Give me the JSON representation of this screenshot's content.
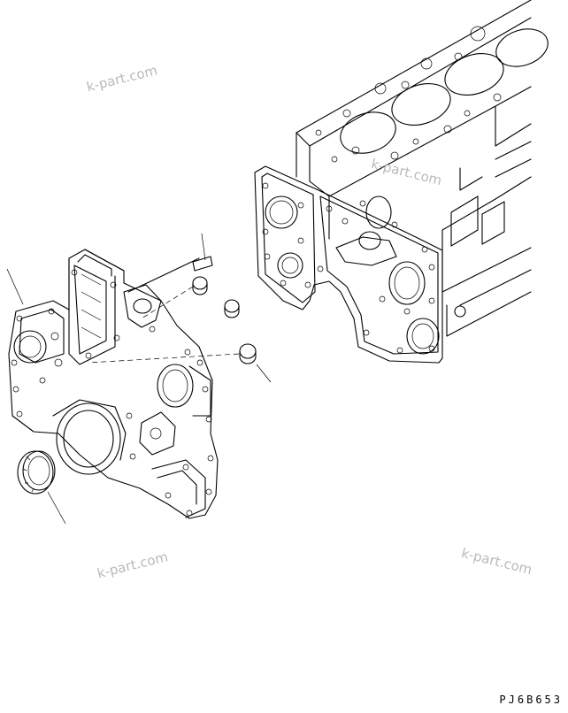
{
  "figure": {
    "drawing_code": "PJ6B653",
    "watermarks": [
      "k-part.com",
      "k-part.com",
      "k-part.com",
      "k-part.com"
    ]
  },
  "parts": [
    {
      "icon": "front-cover-icon"
    },
    {
      "icon": "oil-seal-icon"
    },
    {
      "icon": "gasket-icon"
    },
    {
      "icon": "plug-icon"
    },
    {
      "icon": "cylinder-block-icon"
    }
  ]
}
